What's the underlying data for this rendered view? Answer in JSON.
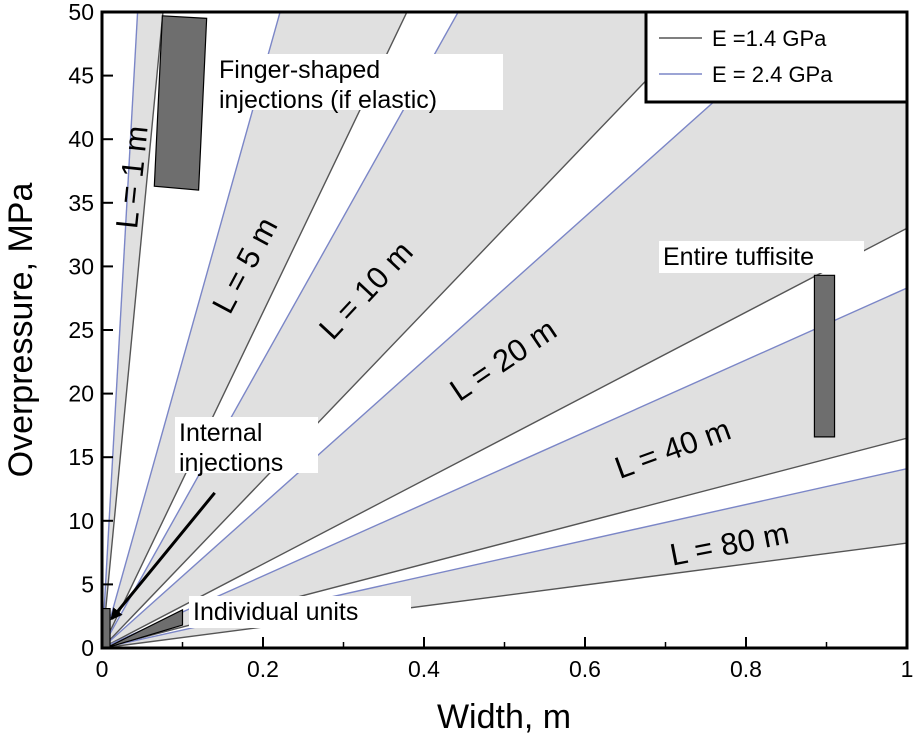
{
  "chart_data": {
    "type": "line",
    "title": "",
    "xlabel": "Width, m",
    "ylabel": "Overpressure, MPa",
    "xlim": [
      0,
      1
    ],
    "ylim": [
      0,
      50
    ],
    "grid": false,
    "xticks": [
      0,
      0.2,
      0.4,
      0.6,
      0.8,
      1
    ],
    "xtick_labels": [
      "0",
      "0.2",
      "0.4",
      "0.6",
      "0.8",
      "1"
    ],
    "yticks": [
      0,
      5,
      10,
      15,
      20,
      25,
      30,
      35,
      40,
      45,
      50
    ],
    "ytick_labels": [
      "0",
      "5",
      "10",
      "15",
      "20",
      "25",
      "30",
      "35",
      "40",
      "45",
      "50"
    ],
    "legend": {
      "placement": "top-right",
      "entries": [
        {
          "label": "E =1.4 GPa",
          "color": "#555555"
        },
        {
          "label": "E = 2.4 GPa",
          "color": "#7b86c7"
        }
      ]
    },
    "series_colors": {
      "E =1.4 GPa": "#555555",
      "E = 2.4 GPa": "#7b86c7"
    },
    "band_fill": "#e0e0e0",
    "bands": [
      {
        "label": "L = 1 m",
        "slope_e14": 660,
        "slope_e24": 1131
      },
      {
        "label": "L = 5 m",
        "slope_e14": 132,
        "slope_e24": 226
      },
      {
        "label": "L = 10 m",
        "slope_e14": 66,
        "slope_e24": 113
      },
      {
        "label": "L = 20 m",
        "slope_e14": 33,
        "slope_e24": 56.5
      },
      {
        "label": "L = 40 m",
        "slope_e14": 16.5,
        "slope_e24": 28.3
      },
      {
        "label": "L = 80 m",
        "slope_e14": 8.25,
        "slope_e24": 14.1
      }
    ],
    "label_positions": [
      {
        "x": 0.04,
        "y": 37,
        "angle": -84
      },
      {
        "x": 0.18,
        "y": 30,
        "angle": -62
      },
      {
        "x": 0.33,
        "y": 28,
        "angle": -47
      },
      {
        "x": 0.5,
        "y": 22.5,
        "angle": -34
      },
      {
        "x": 0.71,
        "y": 15.5,
        "angle": -20
      },
      {
        "x": 0.78,
        "y": 8,
        "angle": -11
      }
    ],
    "regions": [
      {
        "name": "finger-shaped",
        "label": "Finger-shaped\ninjections (if elastic)",
        "polygon": [
          [
            0.075,
            49.7
          ],
          [
            0.13,
            49.5
          ],
          [
            0.12,
            36.0
          ],
          [
            0.065,
            36.3
          ]
        ],
        "color": "#6e6e6e"
      },
      {
        "name": "entire-tuffisite",
        "label": "Entire tuffisite",
        "polygon": [
          [
            0.885,
            29.3
          ],
          [
            0.91,
            29.3
          ],
          [
            0.91,
            16.6
          ],
          [
            0.885,
            16.6
          ]
        ],
        "color": "#6e6e6e"
      },
      {
        "name": "individual-units",
        "label": "Individual units",
        "polygon": [
          [
            0.005,
            0
          ],
          [
            0.1,
            3.0
          ],
          [
            0.1,
            1.8
          ],
          [
            0.005,
            0
          ]
        ],
        "color": "#6e6e6e"
      },
      {
        "name": "internal-injections",
        "label": "Internal\ninjections",
        "polygon": [
          [
            0,
            0
          ],
          [
            0.01,
            0
          ],
          [
            0.01,
            3.1
          ],
          [
            0,
            3.1
          ]
        ],
        "color": "#6e6e6e"
      }
    ],
    "annotations": [
      {
        "name": "finger-shaped",
        "text_lines": [
          "Finger-shaped",
          "injections (if elastic)"
        ]
      },
      {
        "name": "entire-tuffisite",
        "text_lines": [
          "Entire tuffisite"
        ]
      },
      {
        "name": "individual-units",
        "text_lines": [
          "Individual units"
        ]
      },
      {
        "name": "internal-injections",
        "text_lines": [
          "Internal",
          "injections"
        ],
        "arrow_from": [
          0.14,
          12.2
        ],
        "arrow_to": [
          0.012,
          2.3
        ]
      }
    ]
  }
}
